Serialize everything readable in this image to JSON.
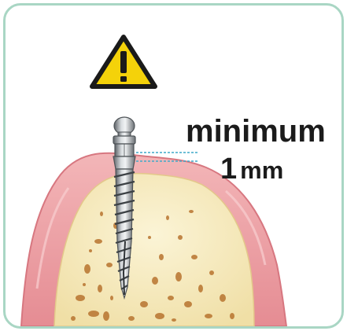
{
  "warning": {
    "icon": "warning-triangle-icon",
    "color": "#f4d20a",
    "symbol": "!"
  },
  "label": {
    "line1": "minimum",
    "number": "1",
    "unit": "mm"
  },
  "colors": {
    "frame_border": "#a9d6c4",
    "gum": "#e99aa0",
    "gum_dark": "#d97a82",
    "bone": "#f6ecc4",
    "bone_pores": "#b8742f",
    "implant": "#9aa0a4",
    "dashed_lines": "#3fa9c9"
  }
}
